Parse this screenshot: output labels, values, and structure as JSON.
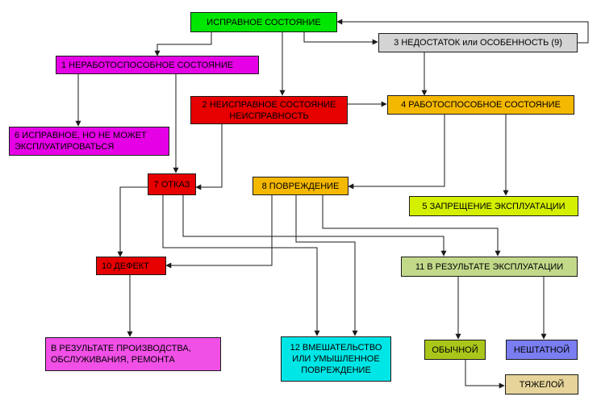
{
  "nodes": {
    "good_state": {
      "text": "ИСПРАВНОЕ СОСТОЯНИЕ",
      "color": "#00e600"
    },
    "n1": {
      "text": "1 НЕРАБОТОСПОСОБНОЕ СОСТОЯНИЕ",
      "color": "#e600e6"
    },
    "n2": {
      "line1": "2 НЕИСПРАВНОЕ СОСТОЯНИЕ",
      "line2": "НЕИСПРАВНОСТЬ",
      "color": "#e60000"
    },
    "n3": {
      "text": "3 НЕДОСТАТОК или ОСОБЕННОСТЬ (9)",
      "color": "#d4d4d4"
    },
    "n4": {
      "text": "4 РАБОТОСПОСОБНОЕ СОСТОЯНИЕ",
      "color": "#f5b800"
    },
    "n5": {
      "text": "5 ЗАПРЕЩЕНИЕ ЭКСПЛУАТАЦИИ",
      "color": "#d4f000"
    },
    "n6": {
      "line1": "6 ИСПРАВНОЕ, НО НЕ МОЖЕТ",
      "line2": "ЭКСПЛУАТИРОВАТЬСЯ",
      "color": "#e600e6"
    },
    "n7": {
      "text": "7 ОТКАЗ",
      "color": "#e60000"
    },
    "n8": {
      "text": "8 ПОВРЕЖДЕНИЕ",
      "color": "#f5b800"
    },
    "n10": {
      "text": "10 ДЕФЕКТ",
      "color": "#e60000"
    },
    "n11": {
      "text": "11 В РЕЗУЛЬТАТЕ ЭКСПЛУАТАЦИИ",
      "color": "#c2d98a"
    },
    "n12": {
      "line1": "12 ВМЕШАТЕЛЬСТВО",
      "line2": "ИЛИ УМЫШЛЕННОЕ",
      "line3": "ПОВРЕЖДЕНИЕ",
      "color": "#00e6e6"
    },
    "production": {
      "line1": "В РЕЗУЛЬТАТЕ ПРОИЗВОДСТВА,",
      "line2": "ОБСЛУЖИВАНИЯ, РЕМОНТА",
      "color": "#f050e6"
    },
    "ordinary": {
      "text": "ОБЫЧНОЙ",
      "color": "#aac61a"
    },
    "abnormal": {
      "text": "НЕШТАТНОЙ",
      "color": "#7a7ef0"
    },
    "severe": {
      "text": "ТЯЖЕЛОЙ",
      "color": "#e6d49a"
    }
  },
  "connector_color": "#1a1a1a"
}
